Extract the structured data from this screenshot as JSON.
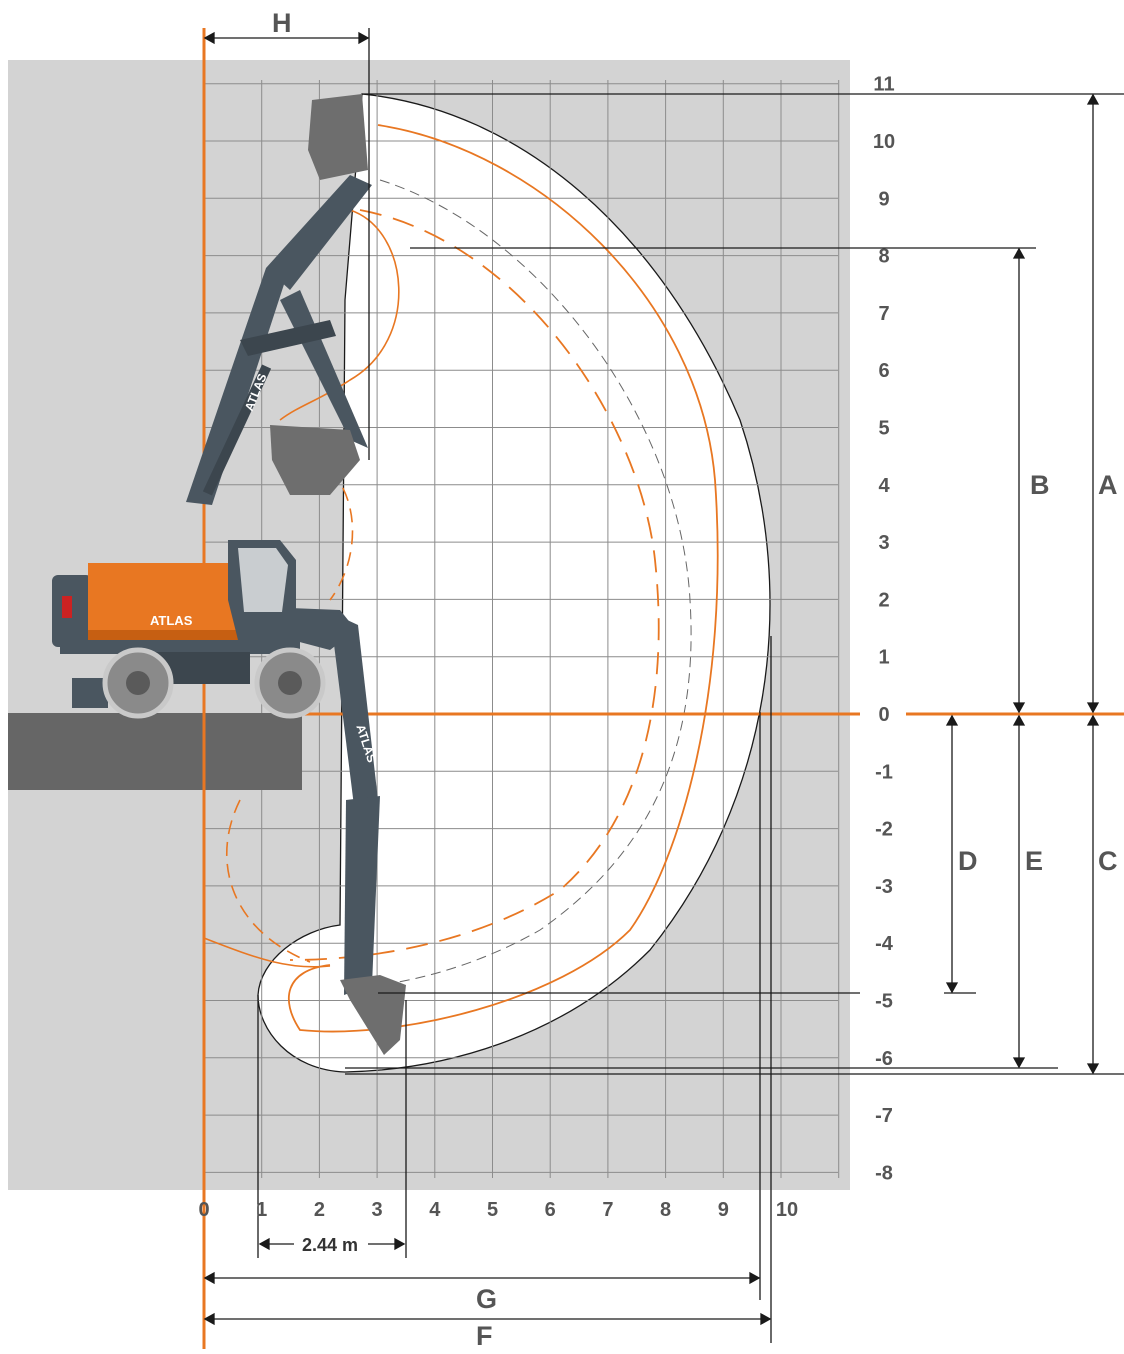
{
  "diagram": {
    "x_ticks": [
      "0",
      "1",
      "2",
      "3",
      "4",
      "5",
      "6",
      "7",
      "8",
      "9",
      "10"
    ],
    "y_ticks": [
      "11",
      "10",
      "9",
      "8",
      "7",
      "6",
      "5",
      "4",
      "3",
      "2",
      "1",
      "0",
      "-1",
      "-2",
      "-3",
      "-4",
      "-5",
      "-6",
      "-7",
      "-8"
    ],
    "dimension_letters": {
      "A": "A",
      "B": "B",
      "C": "C",
      "D": "D",
      "E": "E",
      "F": "F",
      "G": "G",
      "H": "H"
    },
    "measurement_label": "2.44 m",
    "brand_label": "ATLAS",
    "colors": {
      "accent": "#e87722",
      "machine": "#4a5660",
      "panel_grey": "#d3d3d3",
      "ground": "#666666",
      "grid_line": "#8c8c8c",
      "ink": "#1a1a1a"
    }
  }
}
